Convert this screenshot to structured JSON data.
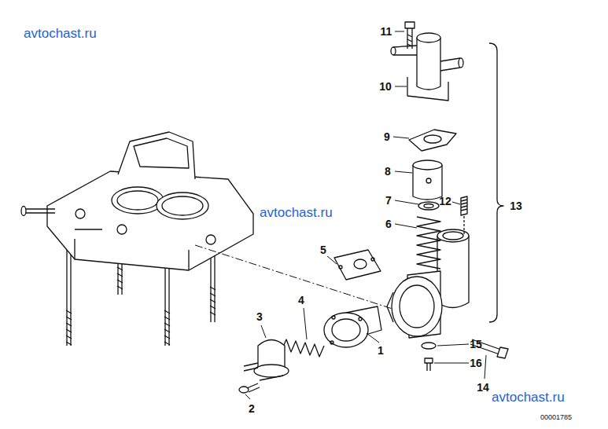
{
  "diagram": {
    "labels": [
      "avtochast.ru",
      "avtochast.ru",
      "avtochast.ru",
      "11",
      "10",
      "9",
      "8",
      "7",
      "12",
      "6",
      "13",
      "5",
      "4",
      "3",
      "1",
      "15",
      "16",
      "14",
      "2",
      "00001785"
    ]
  }
}
